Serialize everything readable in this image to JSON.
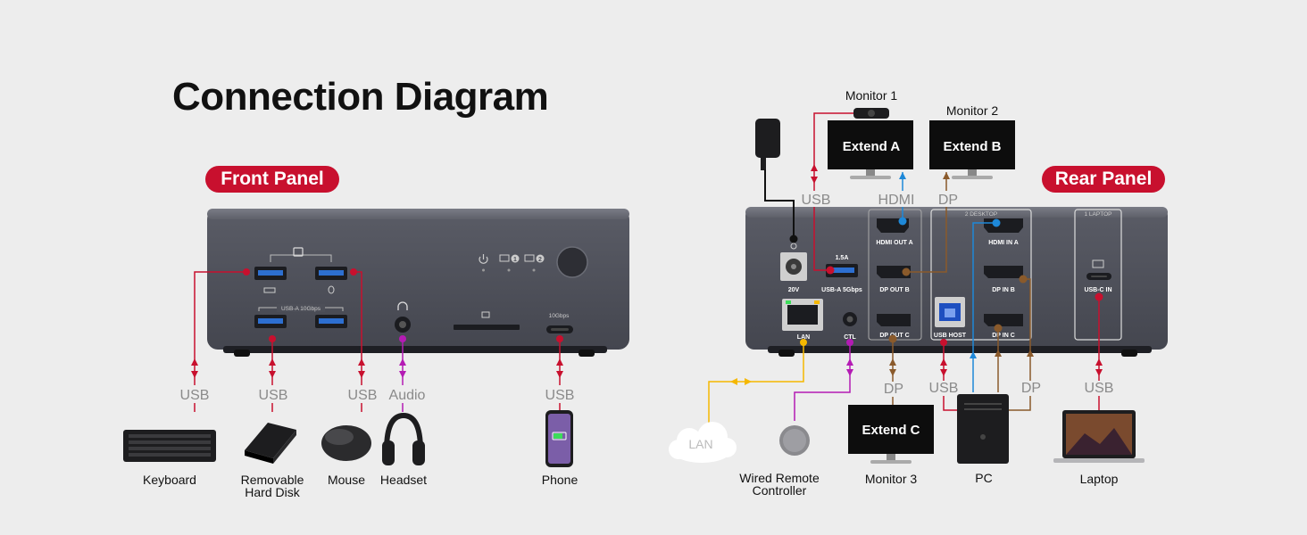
{
  "title": "Connection Diagram",
  "front_panel": {
    "badge": "Front Panel",
    "port_labels": {
      "usb_a_10g": "USB-A 10Gbps",
      "usb_c_10g": "10Gbps",
      "kvm_1": "1",
      "kvm_2": "2"
    },
    "connections": [
      {
        "type": "USB",
        "device": "Keyboard"
      },
      {
        "type": "USB",
        "device": "Removable",
        "device_line2": "Hard Disk"
      },
      {
        "type": "USB",
        "device": "Mouse"
      },
      {
        "type": "Audio",
        "device": "Headset"
      },
      {
        "type": "USB",
        "device": "Phone"
      }
    ]
  },
  "rear_panel": {
    "badge": "Rear Panel",
    "port_labels": {
      "power": "20V",
      "usb_current": "1.5A",
      "usb_a_5g": "USB-A 5Gbps",
      "lan": "LAN",
      "ctl": "CTL",
      "hdmi_out_a": "HDMI OUT A",
      "dp_out_b": "DP OUT B",
      "dp_out_c": "DP OUT C",
      "desktop_group": "2 DESKTOP",
      "hdmi_in_a": "HDMI IN A",
      "dp_in_b": "DP IN B",
      "usb_host": "USB HOST",
      "dp_in_c": "DP IN C",
      "laptop_group": "1 LAPTOP",
      "usb_c_in": "USB-C IN"
    },
    "connection_labels": {
      "webcam": "USB",
      "monitor1": "HDMI",
      "monitor2": "DP",
      "monitor3": "DP",
      "pc_usb": "USB",
      "pc_dp": "DP",
      "laptop": "USB",
      "lan": "LAN"
    },
    "monitors": [
      {
        "name": "Monitor 1",
        "screen": "Extend A"
      },
      {
        "name": "Monitor 2",
        "screen": "Extend B"
      },
      {
        "name": "Monitor 3",
        "screen": "Extend C"
      }
    ],
    "devices": {
      "remote": "Wired Remote",
      "remote_line2": "Controller",
      "pc": "PC",
      "laptop": "Laptop"
    }
  },
  "colors": {
    "usb": "#c8102e",
    "audio": "#b41bb4",
    "hdmi": "#1e88d8",
    "dp": "#8a5a2b",
    "lan": "#f5b800",
    "badge": "#c8102e"
  }
}
